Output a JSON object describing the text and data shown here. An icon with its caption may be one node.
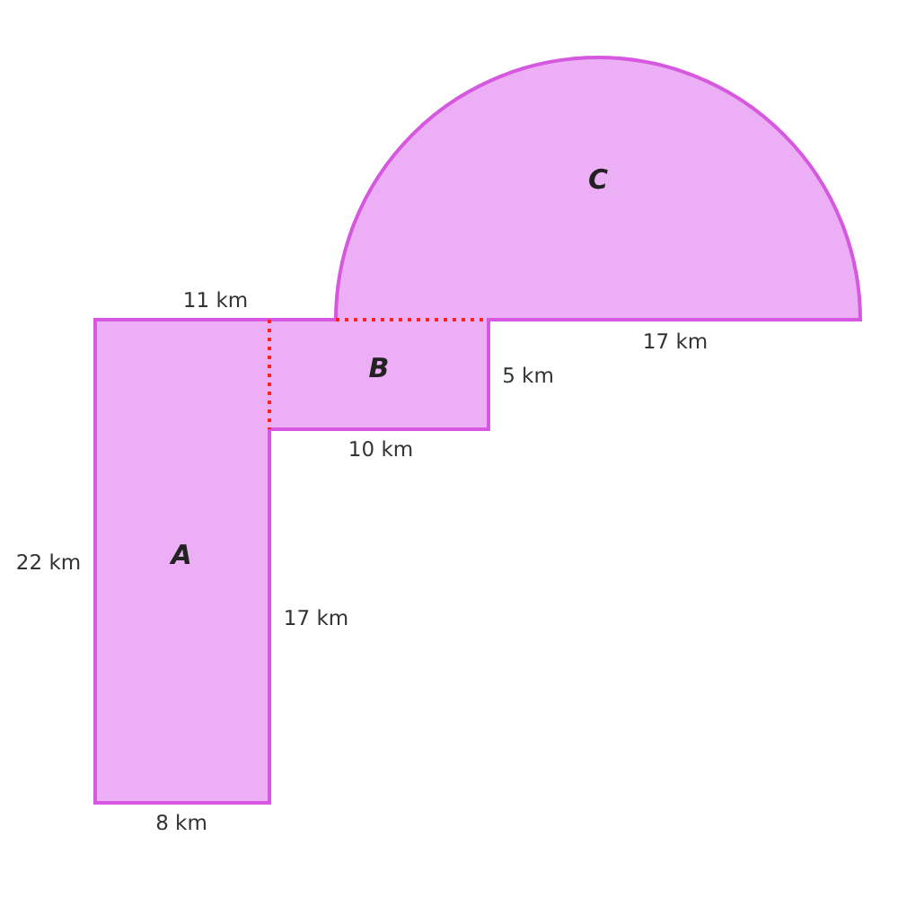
{
  "diagram": {
    "nodes": [
      {
        "text": [
          "C"
        ]
      },
      {
        "text": [
          "B"
        ]
      },
      {
        "text": [
          "A"
        ]
      }
    ],
    "labels": [
      "11 km",
      "17 km",
      "5 km",
      "10 km",
      "22 km",
      "17 km",
      "8 km"
    ]
  }
}
